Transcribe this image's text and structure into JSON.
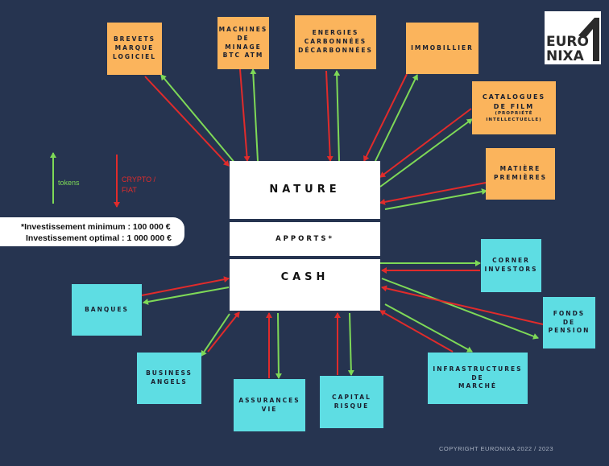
{
  "nodes": {
    "brevets": "BREVETS\nMARQUE\nLOGICIEL",
    "machines": "MACHINES\nDE\nMINAGE\nBTC ATM",
    "energies": "ENERGIES\nCARBONNÉES\nDÉCARBONNÉES",
    "immobilier": "IMMOBILLIER",
    "catalogues": "CATALOGUES\nDE FILM",
    "catalogues_sub": "(PROPRIÉTÉ\nINTELLECTUELLE)",
    "matiere": "MATIÈRE\nPREMIÈRES",
    "nature": "NATURE",
    "apports": "APPORTS*",
    "cash": "CASH",
    "banques": "BANQUES",
    "business_angels": "BUSINESS\nANGELS",
    "assurances": "ASSURANCES\nVIE",
    "capital_risque": "CAPITAL\nRISQUE",
    "infrastructures": "INFRASTRUCTURES\nDE\nMARCHÉ",
    "fonds_pension": "FONDS\nDE\nPENSION",
    "corner": "CORNER\nINVESTORS"
  },
  "legend": {
    "tokens": "tokens",
    "crypto": "CRYPTO /\nFIAT",
    "tokens_color": "#7ed957",
    "crypto_color": "#e02b2b"
  },
  "investment": {
    "line1": "*Investissement minimum : 100 000 €",
    "line2": "Investissement optimal : 1 000 000 €"
  },
  "logo": {
    "line1": "EURO",
    "line2": "NIXA"
  },
  "copyright": "COPYRIGHT EURONIXA 2022 / 2023",
  "colors": {
    "background": "#263450",
    "orange": "#fbb45c",
    "cyan": "#5edde3",
    "green": "#7ed957",
    "red": "#e02b2b"
  }
}
